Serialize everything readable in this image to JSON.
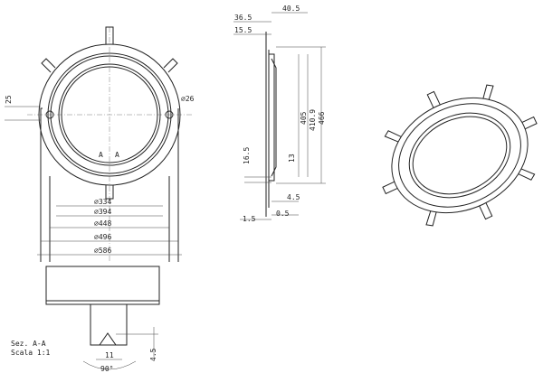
{
  "front_view": {
    "dims": [
      "25",
      "∅26",
      "∅334",
      "∅394",
      "∅448",
      "∅496",
      "∅586"
    ],
    "section_marks": [
      "A",
      "A"
    ]
  },
  "side_view": {
    "dims": [
      "40.5",
      "36.5",
      "15.5",
      "405",
      "410.9",
      "466",
      "16.5",
      "13",
      "4.5",
      "0.5",
      "1.5"
    ]
  },
  "section": {
    "title": "Sez. A-A",
    "scale": "Scala 1:1",
    "dims": [
      "11",
      "4.5",
      "90°"
    ]
  }
}
